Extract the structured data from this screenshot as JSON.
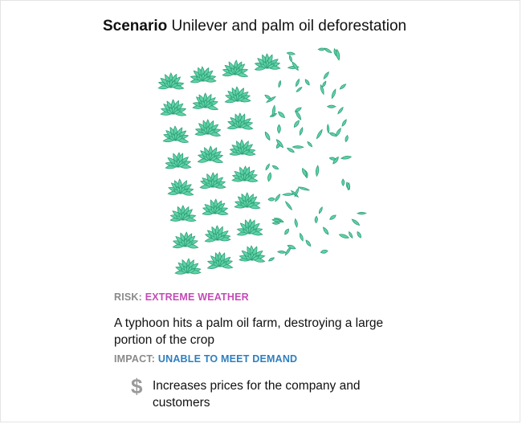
{
  "scenario": {
    "lead": "Scenario",
    "title": "Unilever and palm oil deforestation"
  },
  "risk": {
    "key": "RISK:",
    "value": "EXTREME WEATHER",
    "description": "A typhoon hits a palm oil farm, destroying a large portion of the crop"
  },
  "impact": {
    "key": "IMPACT:",
    "value": "UNABLE TO MEET DEMAND",
    "effects": [
      {
        "icon": "dollar-icon",
        "symbol": "$",
        "text": "Increases prices for the company and customers"
      }
    ]
  },
  "colors": {
    "risk": "#c44bb7",
    "impact": "#2e7fbf",
    "leaf": "#5fd3a6",
    "leaf_stroke": "#2f9f7a"
  }
}
